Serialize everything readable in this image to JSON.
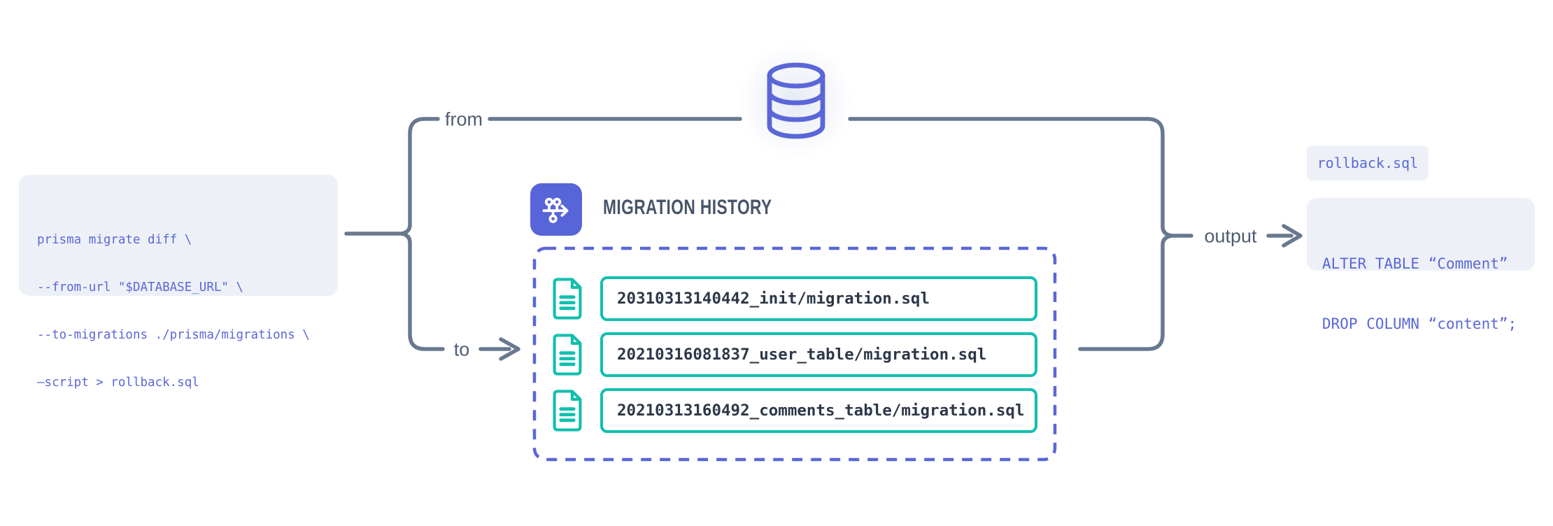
{
  "colors": {
    "indigo": "#5a67d8",
    "teal": "#11bfae",
    "connector_gray": "#68788f",
    "label_text": "#4e5c72",
    "title_text": "#475569",
    "item_text": "#2d3748",
    "code_background": "#edf1f7",
    "code_text": "#5a67d8"
  },
  "command_block": {
    "lines": [
      "prisma migrate diff \\",
      "--from-url \"$DATABASE_URL\" \\",
      "--to-migrations ./prisma/migrations \\",
      "–script > rollback.sql"
    ]
  },
  "labels": {
    "from": "from",
    "to": "to",
    "output": "output"
  },
  "database": {
    "icon": "database-icon"
  },
  "migration_panel": {
    "icon": "migration-history-icon",
    "title": "MIGRATION HISTORY",
    "items": [
      {
        "icon": "file-icon",
        "label": "20310313140442_init/migration.sql"
      },
      {
        "icon": "file-icon",
        "label": "20210316081837_user_table/migration.sql"
      },
      {
        "icon": "file-icon",
        "label": "20210313160492_comments_table/migration.sql"
      }
    ]
  },
  "output_panel": {
    "file_badge": "rollback.sql",
    "sql_lines": [
      "ALTER TABLE “Comment”",
      "DROP COLUMN “content”;"
    ]
  }
}
